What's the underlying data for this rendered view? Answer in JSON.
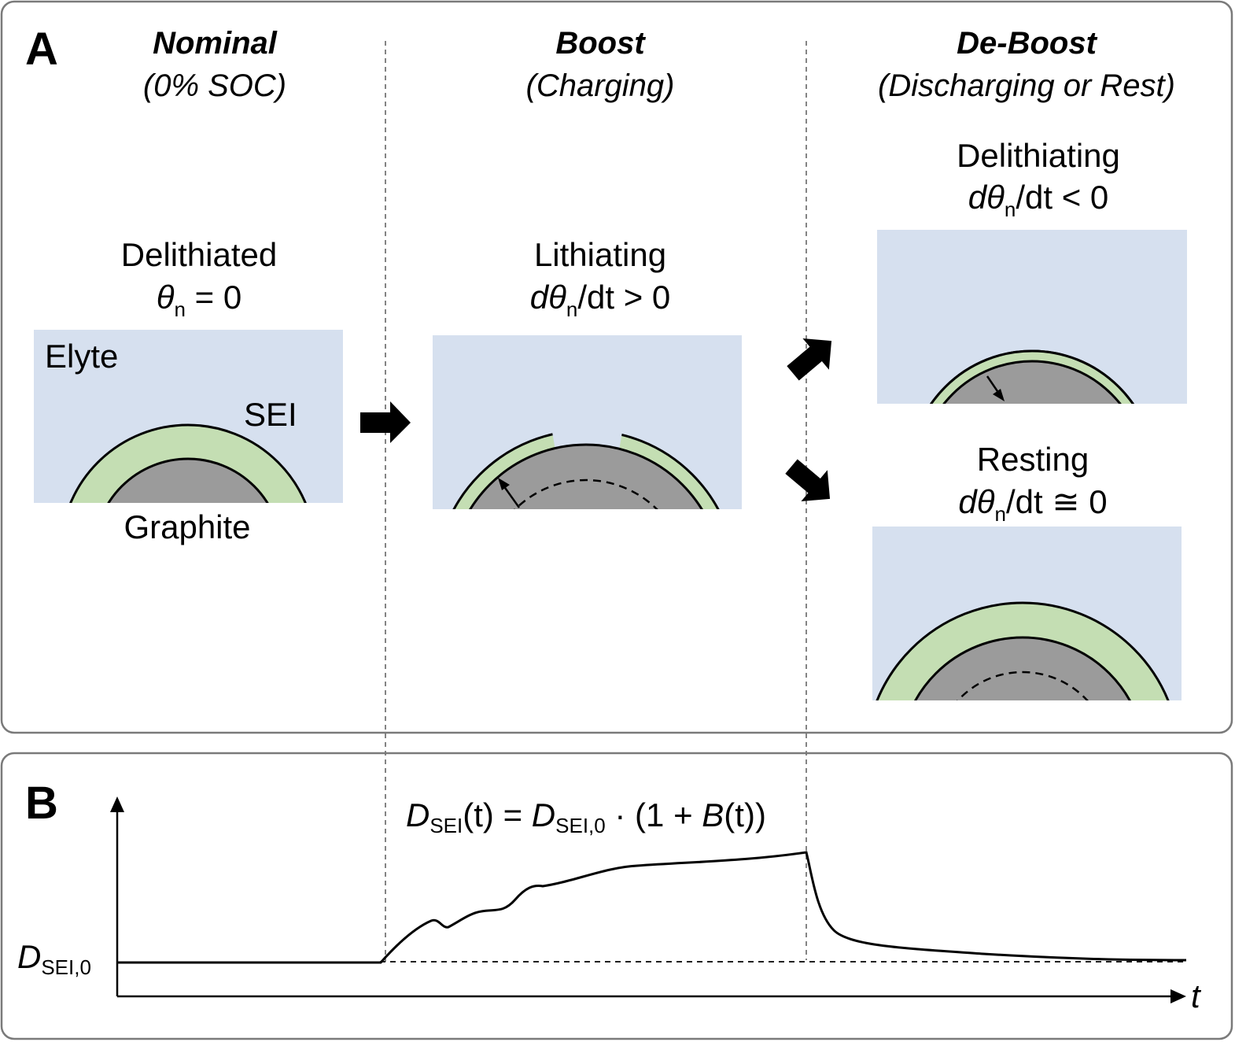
{
  "panel_a": {
    "letter": "A",
    "columns": [
      {
        "title": "Nominal",
        "subtitle": "(0% SOC)"
      },
      {
        "title": "Boost",
        "subtitle": "(Charging)"
      },
      {
        "title": "De-Boost",
        "subtitle": "(Discharging or Rest)"
      }
    ],
    "states": {
      "delithiated": {
        "label": "Delithiated",
        "eq_sym": "θ",
        "eq_sub": "n",
        "eq_rest": " = 0"
      },
      "lithiating": {
        "label": "Lithiating",
        "eq_pre": "dθ",
        "eq_sub": "n",
        "eq_rest": "/dt > 0"
      },
      "delithiating": {
        "label": "Delithiating",
        "eq_pre": "dθ",
        "eq_sub": "n",
        "eq_rest": "/dt < 0"
      },
      "resting": {
        "label": "Resting",
        "eq_pre": "dθ",
        "eq_sub": "n",
        "eq_rest": "/dt ≅ 0"
      }
    },
    "region_labels": {
      "elyte": "Elyte",
      "sei": "SEI",
      "graphite": "Graphite"
    }
  },
  "panel_b": {
    "letter": "B",
    "equation": {
      "lhs": "D",
      "lhs_sub": "SEI",
      "lhs_arg": "(t)",
      "mid": " = ",
      "rhs": "D",
      "rhs_sub": "SEI,0",
      "rhs_rest": " · (1 + ",
      "b": "B",
      "b_arg": "(t))"
    },
    "y_label": {
      "main": "D",
      "sub": "SEI,0"
    },
    "x_label": "t"
  },
  "colors": {
    "electrolyte": "#d6e0ef",
    "sei": "#c4deb3",
    "graphite": "#9b9b9b",
    "border": "#7a7a7a"
  }
}
